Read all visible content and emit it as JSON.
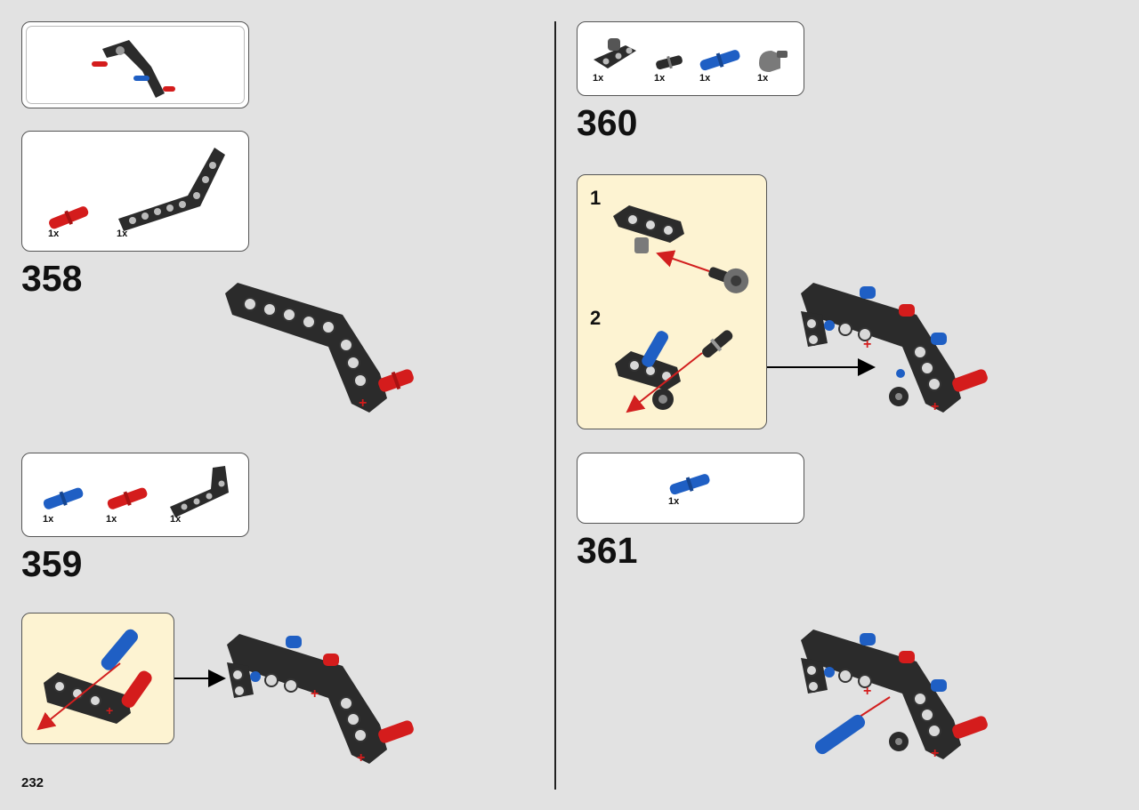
{
  "page": {
    "number": "232"
  },
  "steps": [
    {
      "number": "358",
      "parts": [
        {
          "qty": "1x",
          "part": "red-pin"
        },
        {
          "qty": "1x",
          "part": "black-angled-beam"
        }
      ]
    },
    {
      "number": "359",
      "parts": [
        {
          "qty": "1x",
          "part": "blue-pin"
        },
        {
          "qty": "1x",
          "part": "red-pin"
        },
        {
          "qty": "1x",
          "part": "black-angled-beam"
        }
      ]
    },
    {
      "number": "360",
      "parts": [
        {
          "qty": "1x",
          "part": "black-beam-with-axle"
        },
        {
          "qty": "1x",
          "part": "black-pin"
        },
        {
          "qty": "1x",
          "part": "blue-pin"
        },
        {
          "qty": "1x",
          "part": "gray-axle-pin"
        }
      ],
      "substeps": [
        {
          "label": "1"
        },
        {
          "label": "2"
        }
      ]
    },
    {
      "number": "361",
      "parts": [
        {
          "qty": "1x",
          "part": "blue-pin"
        }
      ]
    }
  ],
  "colors": {
    "background": "#e2e2e2",
    "callout": "#fdf3d2",
    "beam": "#2b2b2b",
    "red_pin": "#d41c1c",
    "blue_pin": "#1f5fc4",
    "gray_part": "#7a7a7a",
    "arrow_red": "#d21f1f"
  },
  "icons": {
    "beam": "lego-beam-icon",
    "pin": "lego-pin-icon",
    "arrow": "arrow-icon"
  }
}
